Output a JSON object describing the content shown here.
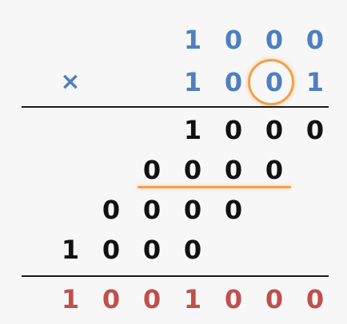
{
  "multiplicand": [
    "1",
    "0",
    "0",
    "0"
  ],
  "operator": "×",
  "multiplier": [
    "1",
    "0",
    "0",
    "1"
  ],
  "partial_products": [
    [
      "1",
      "0",
      "0",
      "0"
    ],
    [
      "0",
      "0",
      "0",
      "0"
    ],
    [
      "0",
      "0",
      "0",
      "0"
    ],
    [
      "1",
      "0",
      "0",
      "0"
    ]
  ],
  "result": [
    "1",
    "0",
    "0",
    "1",
    "0",
    "0",
    "0"
  ],
  "colors": {
    "operand": "#4f7fbf",
    "partial": "#111111",
    "result": "#c0504d",
    "highlight": "#f2a048",
    "rule": "#1a1a1a",
    "background": "#f7f7f7"
  }
}
